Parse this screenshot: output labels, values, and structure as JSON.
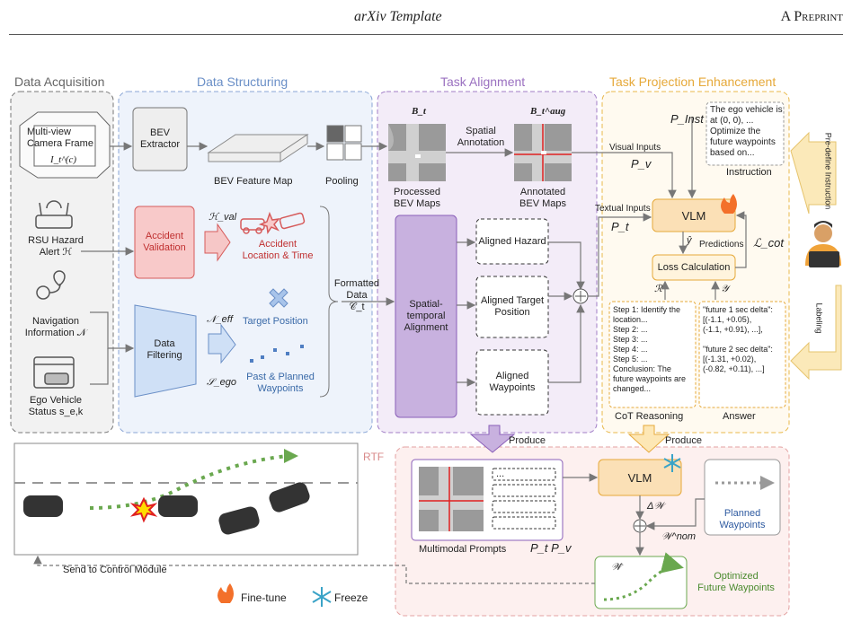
{
  "header": {
    "left": "arXiv Template",
    "right": "A Preprint"
  },
  "sections": {
    "acq": "Data Acquisition",
    "struct": "Data Structuring",
    "align": "Task Alignment",
    "tpe": "Task Projection Enhancement",
    "rtf": "RTF"
  },
  "acquisition": {
    "camera": "Multi-view\nCamera Frame",
    "camera_sym": "I_t^(c)",
    "rsu": "RSU Hazard\nAlert ℋ",
    "nav": "Navigation\nInformation 𝒩",
    "ego": "Ego Vehicle\nStatus s_e,k"
  },
  "structuring": {
    "bev_extractor": "BEV\nExtractor",
    "bev_feature_map": "BEV Feature Map",
    "pooling": "Pooling",
    "accident_validation": "Accident\nValidation",
    "h_val": "ℋ_val",
    "accident_loc": "Accident\nLocation & Time",
    "data_filtering": "Data\nFiltering",
    "n_eff": "𝒩_eff",
    "target_position": "Target Position",
    "s_ego": "𝒮_ego",
    "waypoints": "Past & Planned\nWaypoints",
    "formatted": "Formatted\nData\n𝒞_t"
  },
  "alignment": {
    "bt": "B_t",
    "bt_aug": "B_t^aug",
    "spatial_annotation": "Spatial\nAnnotation",
    "processed": "Processed\nBEV Maps",
    "annotated": "Annotated\nBEV Maps",
    "spatio_temporal": "Spatial-\ntemporal\nAlignment",
    "aligned_hazard": "Aligned Hazard",
    "aligned_target": "Aligned Target\nPosition",
    "aligned_waypoints": "Aligned\nWaypoints"
  },
  "tpe": {
    "p_inst": "P_Inst",
    "instruction_text": "The ego vehicle is\nat (0, 0), ...\nOptimize the\nfuture waypoints\nbased on...",
    "instruction": "Instruction",
    "visual_inputs": "Visual Inputs",
    "pv": "P_v",
    "textual_inputs": "Textual Inputs",
    "pt": "P_t",
    "vlm": "VLM",
    "y_hat": "ŷ",
    "predictions": "Predictions",
    "l_cot": "ℒ_cot",
    "loss": "Loss Calculation",
    "r": "ℛ",
    "y": "𝒴",
    "cot_text": "Step 1: Identify the\nlocation...\nStep 2: ...\nStep 3: ...\nStep 4: ...\nStep 5: ...\nConclusion: The\nfuture waypoints are\nchanged...",
    "answer_text": "\"future 1 sec delta\":\n[(-1.1, +0.05),\n(-1.1, +0.91), ...],\n\n\"future 2 sec delta\":\n[(-1.31, +0.02),\n(-0.82, +0.11), ...]",
    "cot_reasoning": "CoT Reasoning",
    "answer": "Answer",
    "predefine": "Pre-define Instruction",
    "labeling": "Labeling"
  },
  "rtf": {
    "produce1": "Produce",
    "produce2": "Produce",
    "multimodal": "Multimodal Prompts",
    "pt_pv": "P_t P_v",
    "vlm": "VLM",
    "delta_w": "Δ𝒲",
    "w_nom": "𝒲^nom",
    "planned": "Planned\nWaypoints",
    "w_hat": "𝒲̂",
    "optimized": "Optimized\nFuture Waypoints",
    "send": "Send to Control Module",
    "dots": "..."
  },
  "legend": {
    "finetune": "Fine-tune",
    "freeze": "Freeze"
  },
  "colors": {
    "acq_title": "#666666",
    "struct_title": "#6a8fc7",
    "align_title": "#9a70c0",
    "tpe_title": "#e6a93a",
    "rtf_title": "#d98a8a",
    "green": "#6aa84f",
    "vlm_fill": "#fbe0b6"
  }
}
